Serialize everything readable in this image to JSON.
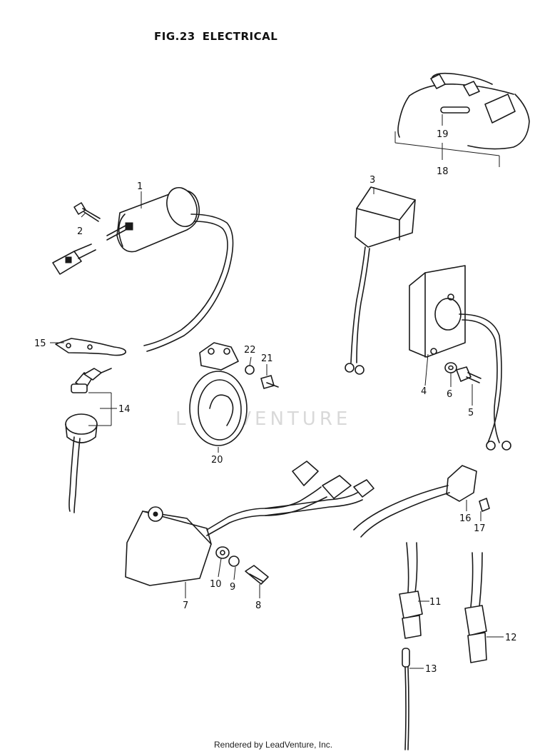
{
  "title": {
    "fig": "FIG.23",
    "name": "ELECTRICAL"
  },
  "watermark": "LEADVENTURE",
  "footer": "Rendered by LeadVenture, Inc.",
  "callouts": {
    "c1": "1",
    "c2": "2",
    "c3": "3",
    "c4": "4",
    "c5": "5",
    "c6": "6",
    "c7": "7",
    "c8": "8",
    "c9": "9",
    "c10": "10",
    "c11": "11",
    "c12": "12",
    "c13": "13",
    "c14": "14",
    "c15": "15",
    "c16": "16",
    "c17": "17",
    "c18": "18",
    "c19": "19",
    "c20": "20",
    "c21": "21",
    "c22": "22"
  }
}
